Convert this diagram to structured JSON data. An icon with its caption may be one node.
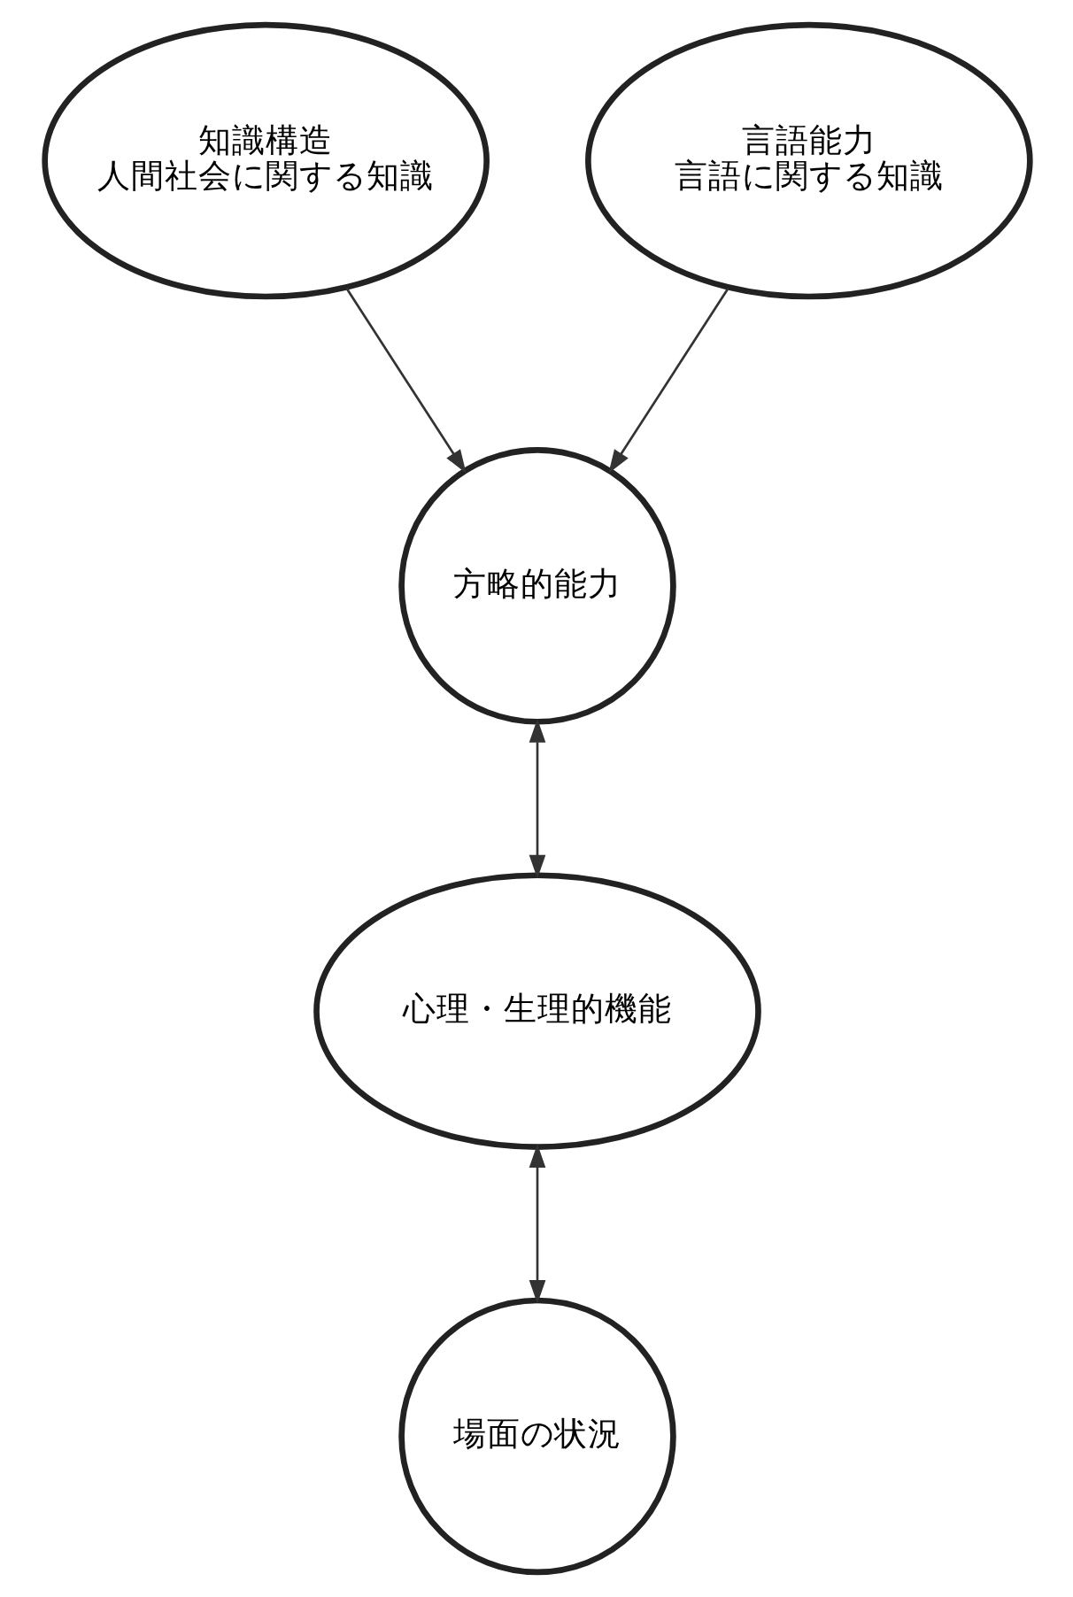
{
  "diagram": {
    "nodes": [
      {
        "text": [
          "知識構造",
          "人間社会に関する知識"
        ]
      },
      {
        "text": [
          "言語能力",
          "言語に関する知識"
        ]
      },
      {
        "text": [
          "方略的能力"
        ]
      },
      {
        "text": [
          "心理・生理的機能"
        ]
      },
      {
        "text": [
          "場面の状況"
        ]
      }
    ],
    "edges": [
      {
        "from": 0,
        "to": 2,
        "arrow": "to"
      },
      {
        "from": 1,
        "to": 2,
        "arrow": "to"
      },
      {
        "from": 2,
        "to": 3,
        "arrow": "both"
      },
      {
        "from": 3,
        "to": 4,
        "arrow": "both"
      }
    ]
  }
}
